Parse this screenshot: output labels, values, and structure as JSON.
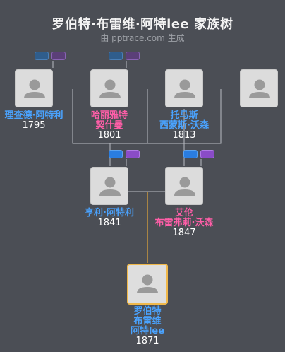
{
  "header": {
    "title": "罗伯特·布雷维·阿特lee 家族树",
    "subtitle": "由 pptrace.com 生成",
    "watermark": "pptrace"
  },
  "colors": {
    "background": "#4b4e55",
    "male_name": "#4aa3ff",
    "female_name": "#ff5ea8",
    "year": "#ffffff",
    "connector": "#b9bcc2",
    "self_connector": "#e6a93a",
    "self_border": "#f0b84a"
  },
  "people": {
    "p1": {
      "name_lines": [
        "理查德·阿特利"
      ],
      "year": "1795",
      "gender": "male"
    },
    "p2": {
      "name_lines": [
        "哈丽雅特",
        "契什曼"
      ],
      "year": "1801",
      "gender": "female"
    },
    "p3": {
      "name_lines": [
        "托马斯",
        "西蒙斯·沃森"
      ],
      "year": "1813",
      "gender": "male"
    },
    "p4": {
      "name_lines": [],
      "year": "",
      "gender": "unknown"
    },
    "p5": {
      "name_lines": [
        "亨利·阿特利"
      ],
      "year": "1841",
      "gender": "male"
    },
    "p6": {
      "name_lines": [
        "艾伦",
        "布雷弗莉·沃森"
      ],
      "year": "1847",
      "gender": "female"
    },
    "p7": {
      "name_lines": [
        "罗伯特",
        "布雷维",
        "阿特lee"
      ],
      "year": "1871",
      "gender": "male"
    }
  },
  "icons": {
    "avatar": "person-silhouette-icon",
    "badge_left": "blue-marker-icon",
    "badge_right": "purple-marker-icon"
  }
}
